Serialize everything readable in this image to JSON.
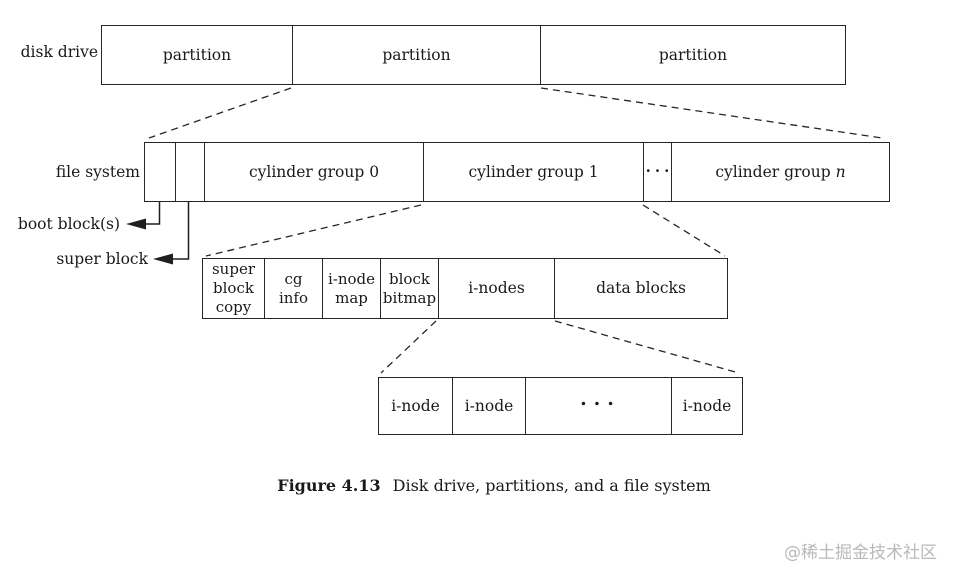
{
  "diagram": {
    "disk_drive": {
      "label": "disk drive",
      "partitions": [
        "partition",
        "partition",
        "partition"
      ]
    },
    "file_system": {
      "label": "file system",
      "boot_pointer_label": "boot block(s)",
      "super_pointer_label": "super block",
      "cylinder_group_0": "cylinder group 0",
      "cylinder_group_1": "cylinder group 1",
      "ellipsis": "...",
      "cylinder_group_n_prefix": "cylinder group",
      "cylinder_group_n_var": "n"
    },
    "cylinder_group_detail": {
      "cells": [
        "super\nblock\ncopy",
        "cg\ninfo",
        "i-node\nmap",
        "block\nbitmap",
        "i-nodes",
        "data blocks"
      ]
    },
    "inode_table": {
      "cells": [
        "i-node",
        "i-node",
        "...",
        "i-node"
      ]
    },
    "caption": {
      "number": "Figure 4.13",
      "title": "Disk drive, partitions, and a file system"
    },
    "watermark": "@稀土掘金技术社区"
  },
  "colors": {
    "line": "#262626",
    "text": "#1a1a1a",
    "watermark": "#b9b9b9",
    "background": "#ffffff"
  }
}
